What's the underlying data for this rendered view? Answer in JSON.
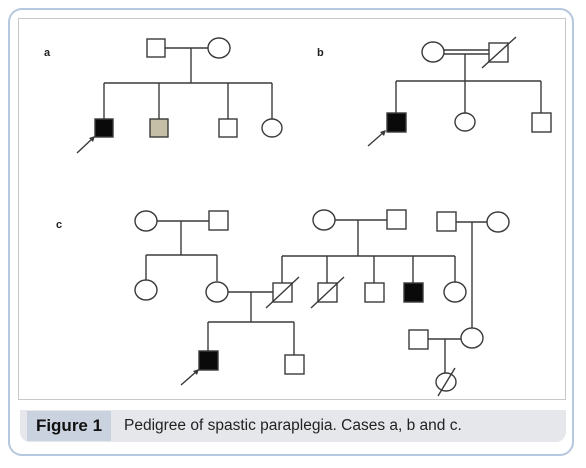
{
  "figure": {
    "label": "Figure 1",
    "caption": "Pedigree of spastic paraplegia. Cases a, b and c."
  },
  "cases": {
    "a": "a",
    "b": "b",
    "c": "c"
  },
  "legend_colors": {
    "affected": "#0a0a0a",
    "carrier_shaded": "#c4bfa6",
    "unaffected": "#ffffff",
    "line": "#3a3a3a"
  }
}
